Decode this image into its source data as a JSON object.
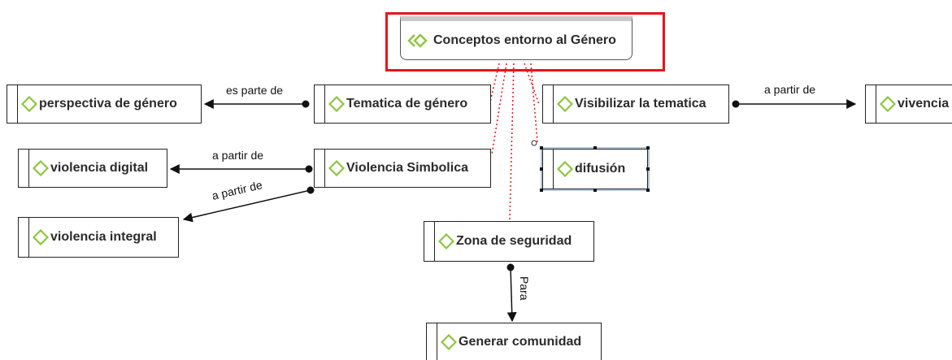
{
  "root": {
    "label": "Conceptos entorno al Género"
  },
  "nodes": {
    "perspectiva": "perspectiva de género",
    "tematica": "Tematica de género",
    "visibilizar": "Visibilizar la tematica",
    "vivencia": "vivencia",
    "violencia_digital": "violencia digital",
    "violencia_simbolica": "Violencia Simbolica",
    "difusion": "difusión",
    "violencia_integral": "violencia integral",
    "zona": "Zona de seguridad",
    "generar": "Generar comunidad"
  },
  "edges": {
    "es_parte_de": "es parte de",
    "a_partir_de_1": "a partir de",
    "a_partir_de_2": "a partir de",
    "a_partir_de_3": "a partir de",
    "para": "Para"
  },
  "colors": {
    "diamond": "#8cc63f",
    "selection": "#e8141b",
    "dotted": "#e8141b"
  }
}
